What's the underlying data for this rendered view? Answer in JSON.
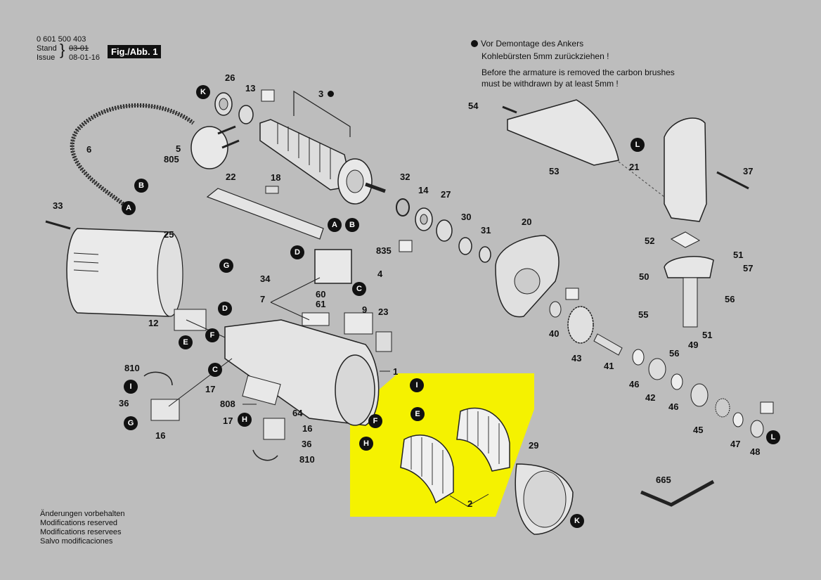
{
  "header": {
    "part_number": "0 601 500 403",
    "stand_label": "Stand",
    "issue_label": "Issue",
    "stand_old": "03-01",
    "issue_date": "08-01-16",
    "figure_label": "Fig./Abb. 1"
  },
  "notes": {
    "de_line1": "Vor Demontage des Ankers",
    "de_line2": "Kohlebürsten 5mm zurückziehen !",
    "en_line1": "Before the armature is removed the carbon brushes",
    "en_line2": "must be withdrawn by at least 5mm !"
  },
  "footer": {
    "line1": "Änderungen vorbehalten",
    "line2": "Modifications reserved",
    "line3": "Modifications reservees",
    "line4": "Salvo modificaciones"
  },
  "part_numbers": {
    "p1": "1",
    "p2": "2",
    "p3": "3",
    "p4": "4",
    "p5": "5",
    "p6": "6",
    "p7": "7",
    "p9": "9",
    "p12": "12",
    "p13": "13",
    "p14": "14",
    "p16a": "16",
    "p16b": "16",
    "p17a": "17",
    "p17b": "17",
    "p18": "18",
    "p20": "20",
    "p21": "21",
    "p22": "22",
    "p23": "23",
    "p25": "25",
    "p26": "26",
    "p27": "27",
    "p29": "29",
    "p30": "30",
    "p31": "31",
    "p32": "32",
    "p33": "33",
    "p34": "34",
    "p36a": "36",
    "p36b": "36",
    "p37": "37",
    "p40": "40",
    "p41": "41",
    "p42": "42",
    "p43": "43",
    "p45": "45",
    "p46a": "46",
    "p46b": "46",
    "p47": "47",
    "p48": "48",
    "p49": "49",
    "p50": "50",
    "p51a": "51",
    "p51b": "51",
    "p52": "52",
    "p53": "53",
    "p54": "54",
    "p55": "55",
    "p56a": "56",
    "p56b": "56",
    "p57": "57",
    "p60": "60",
    "p61": "61",
    "p64": "64",
    "p665": "665",
    "p805": "805",
    "p808": "808",
    "p810a": "810",
    "p810b": "810",
    "p835": "835"
  },
  "badges": {
    "A": "A",
    "B": "B",
    "C": "C",
    "D": "D",
    "E": "E",
    "F": "F",
    "G": "G",
    "H": "H",
    "I": "I",
    "K": "K",
    "L": "L"
  },
  "highlight_color": "#f5f200",
  "background_color": "#bdbdbd"
}
